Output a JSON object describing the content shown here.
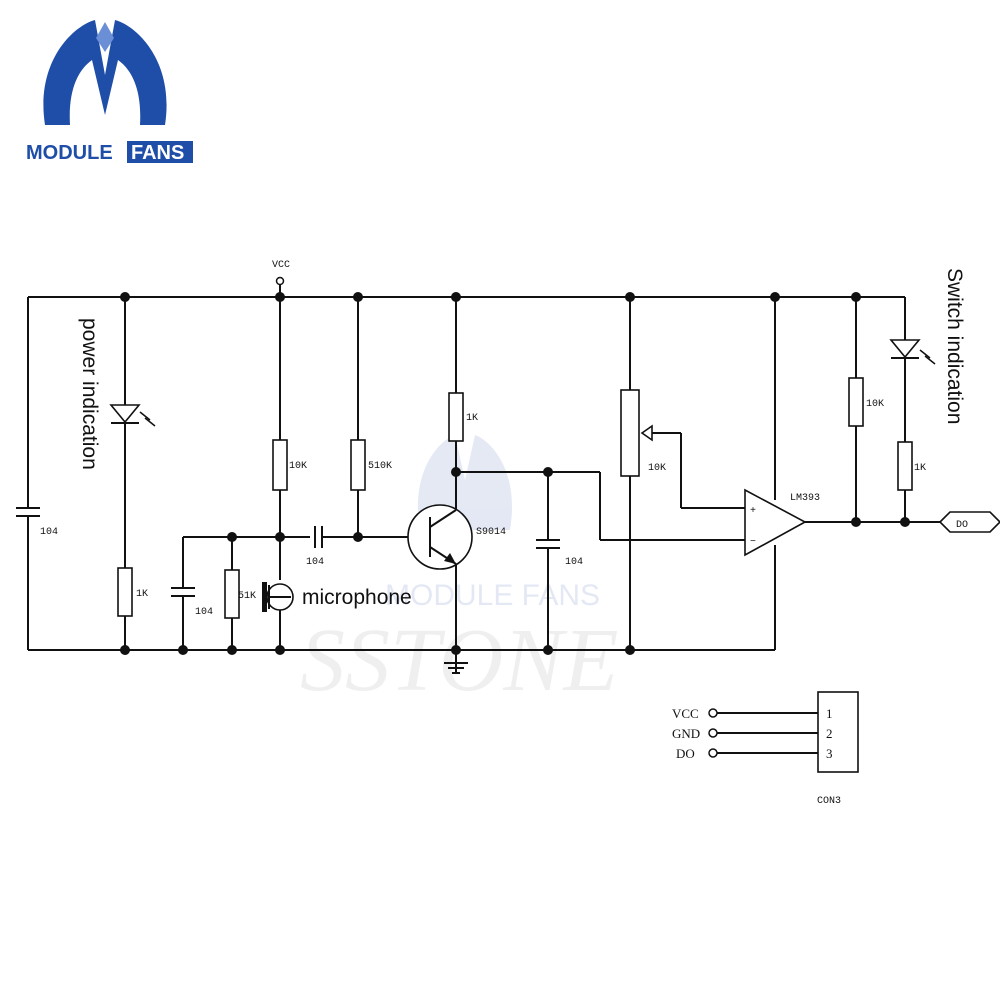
{
  "brand": {
    "logo_text_left": "MODULE",
    "logo_text_right": "FANS",
    "logo_color": "#1f4ea8",
    "watermark_text": "MODULE FANS",
    "watermark_script": "SSTONE"
  },
  "schematic": {
    "vcc_label": "VCC",
    "power_indication": "power indication",
    "switch_indication": "Switch indication",
    "microphone": "microphone",
    "capacitors": {
      "c_power": "104",
      "c_mic_gnd": "104",
      "c_coupling": "104",
      "c_collector": "104"
    },
    "resistors": {
      "r_led_power": "1K",
      "r_mic_bias": "10K",
      "r_mic_gnd": "51K",
      "r_base": "510K",
      "r_collector": "1K",
      "r_pot": "10K",
      "r_pullup": "10K",
      "r_led_switch": "1K"
    },
    "transistor": "S9014",
    "comparator": "LM393",
    "plus": "+",
    "minus": "−",
    "output_label": "DO"
  },
  "connector": {
    "name": "CON3",
    "pins": [
      {
        "label": "VCC",
        "num": "1"
      },
      {
        "label": "GND",
        "num": "2"
      },
      {
        "label": "DO",
        "num": "3"
      }
    ]
  }
}
